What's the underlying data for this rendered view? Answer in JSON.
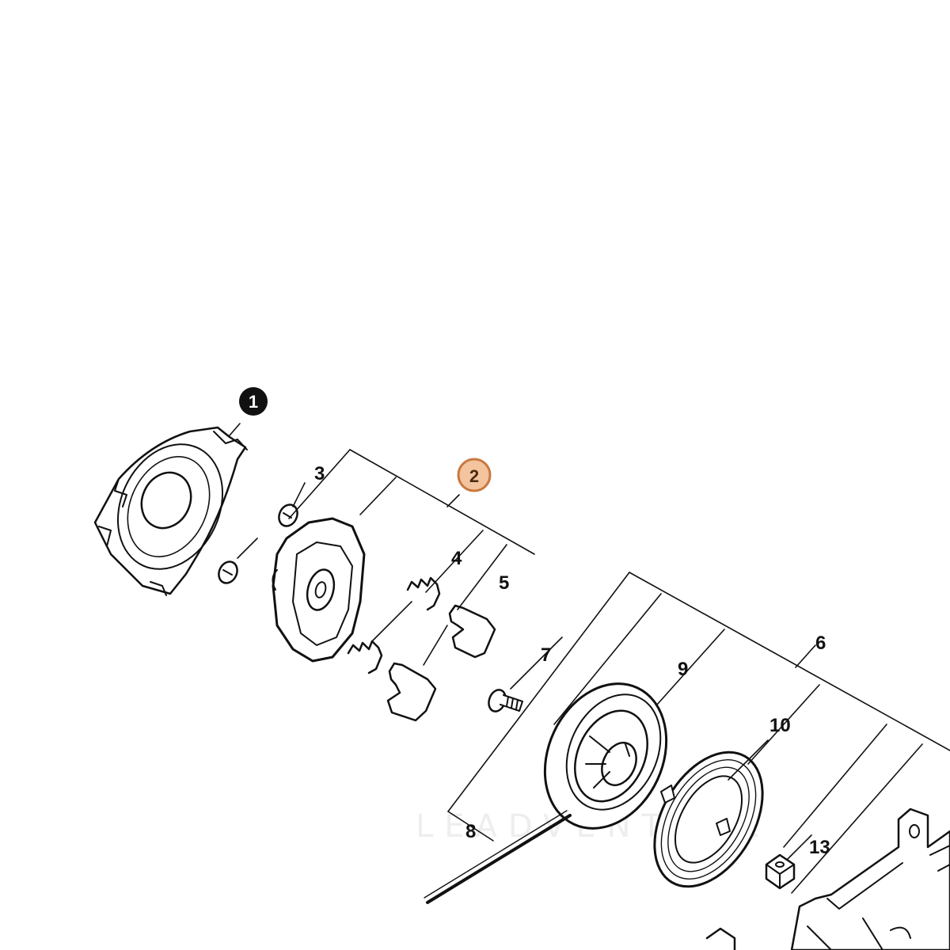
{
  "watermark": "LEADVENTURE",
  "callouts": {
    "c1": "1",
    "c2": "2",
    "c3": "3",
    "c4": "4",
    "c5": "5",
    "c6": "6",
    "c7": "7",
    "c8": "8",
    "c9": "9",
    "c10": "10",
    "c13": "13"
  },
  "colors": {
    "line": "#111111",
    "highlight_fill": "#f3c49e",
    "highlight_stroke": "#c9793f",
    "badge_dark": "#111111",
    "watermark": "#eeeeee"
  }
}
